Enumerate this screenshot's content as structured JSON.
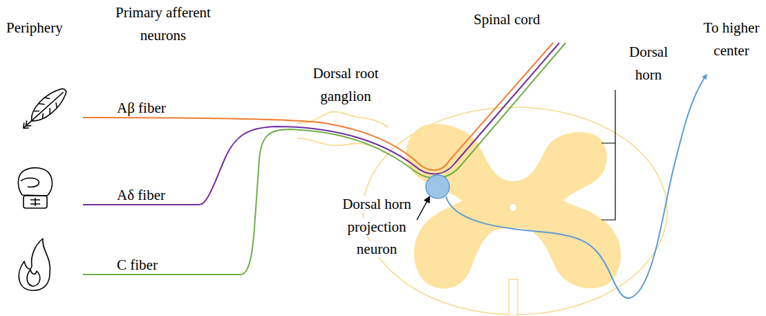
{
  "diagram": {
    "labels": [
      "Periphery",
      "Primary afferent neurons",
      "Spinal cord",
      "To higher center",
      "Dorsal root ganglion",
      "Dorsal horn",
      "Aβ fiber",
      "Aδ fiber",
      "C fiber",
      "Dorsal horn projection neuron"
    ]
  }
}
